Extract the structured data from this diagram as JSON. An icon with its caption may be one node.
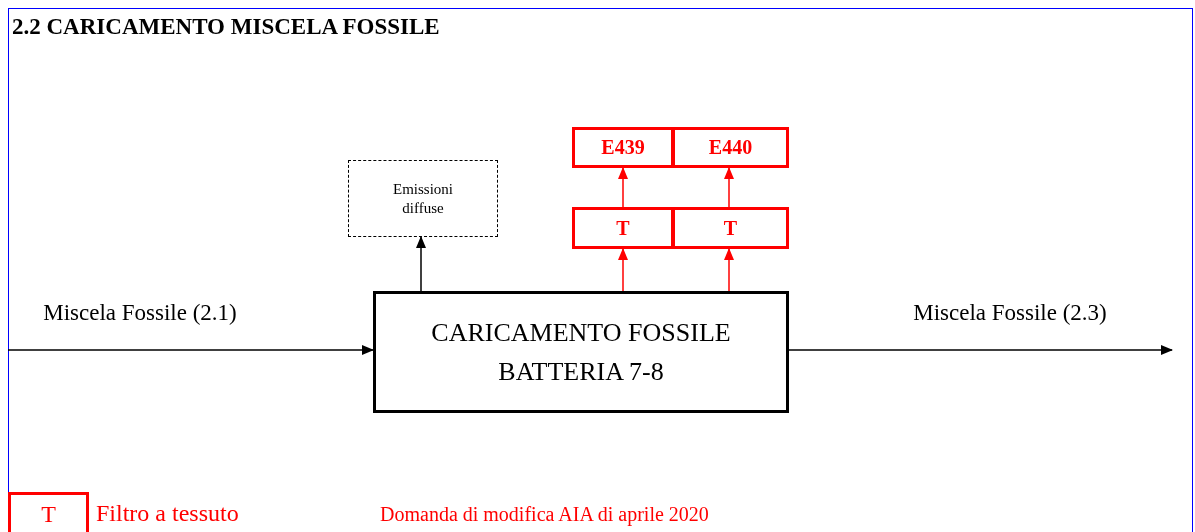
{
  "diagram": {
    "title": "2.2 CARICAMENTO MISCELA FOSSILE",
    "nodes": [
      {
        "text": [
          "Emissioni diffuse"
        ]
      },
      {
        "text": [
          "E439"
        ]
      },
      {
        "text": [
          "E440"
        ]
      },
      {
        "text": [
          "T"
        ]
      },
      {
        "text": [
          "T"
        ]
      },
      {
        "text": [
          "CARICAMENTO FOSSILE BATTERIA 7-8"
        ]
      },
      {
        "text": [
          "T"
        ],
        "beside": [
          "Filtro a tessuto"
        ]
      }
    ],
    "edges": [
      {
        "from": null,
        "to": 5,
        "arrow": "to",
        "label": "Miscela Fossile (2.1)",
        "color": "#000000"
      },
      {
        "from": 5,
        "to": null,
        "arrow": "to",
        "label": "Miscela Fossile (2.3)",
        "color": "#000000"
      },
      {
        "from": 5,
        "to": 0,
        "arrow": "to",
        "color": "#000000"
      },
      {
        "from": 5,
        "to": 3,
        "arrow": "to"
      },
      {
        "from": 5,
        "to": 4,
        "arrow": "to"
      },
      {
        "from": 3,
        "to": 1,
        "arrow": "to"
      },
      {
        "from": 4,
        "to": 2,
        "arrow": "to"
      }
    ],
    "labels": [
      "Domanda di modifica AIA di aprile 2020"
    ]
  }
}
